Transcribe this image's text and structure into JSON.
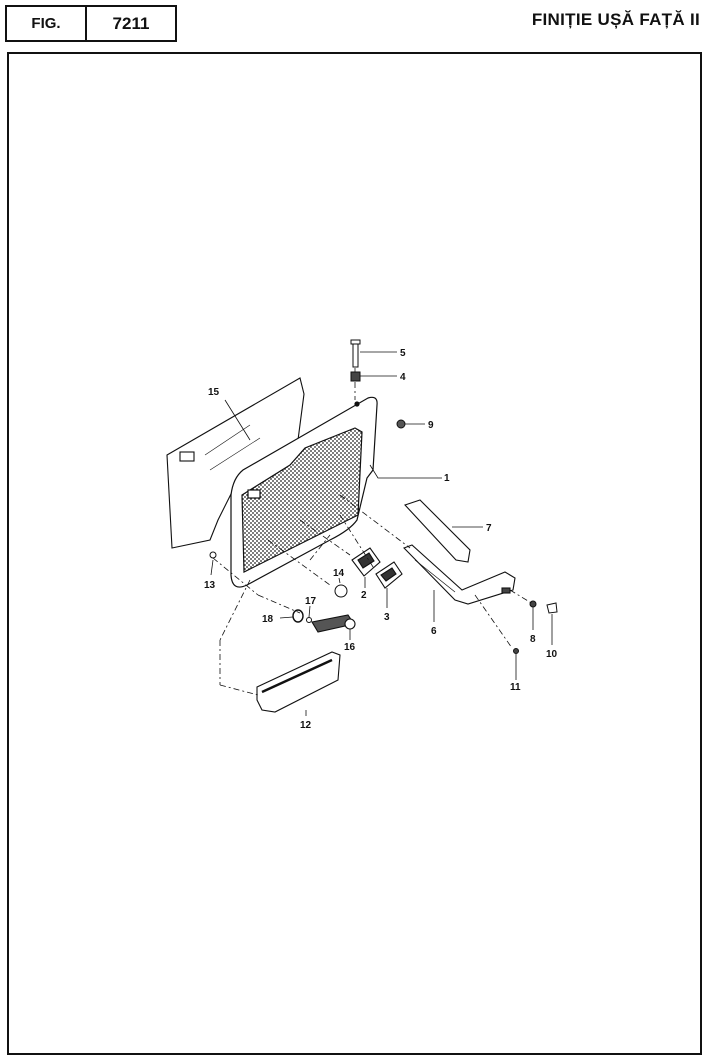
{
  "header": {
    "fig_label": "FIG.",
    "fig_number": "7211",
    "title": "FINIȚIE UȘĂ FAȚĂ II"
  },
  "diagram": {
    "callouts": [
      {
        "id": "c1",
        "text": "1"
      },
      {
        "id": "c2",
        "text": "2"
      },
      {
        "id": "c3",
        "text": "3"
      },
      {
        "id": "c4",
        "text": "4"
      },
      {
        "id": "c5",
        "text": "5"
      },
      {
        "id": "c6",
        "text": "6"
      },
      {
        "id": "c7",
        "text": "7"
      },
      {
        "id": "c8",
        "text": "8"
      },
      {
        "id": "c9",
        "text": "9"
      },
      {
        "id": "c10",
        "text": "10"
      },
      {
        "id": "c11",
        "text": "11"
      },
      {
        "id": "c12",
        "text": "12"
      },
      {
        "id": "c13",
        "text": "13"
      },
      {
        "id": "c14",
        "text": "14"
      },
      {
        "id": "c15",
        "text": "15"
      },
      {
        "id": "c16",
        "text": "16"
      },
      {
        "id": "c17",
        "text": "17"
      },
      {
        "id": "c18",
        "text": "18"
      }
    ]
  }
}
